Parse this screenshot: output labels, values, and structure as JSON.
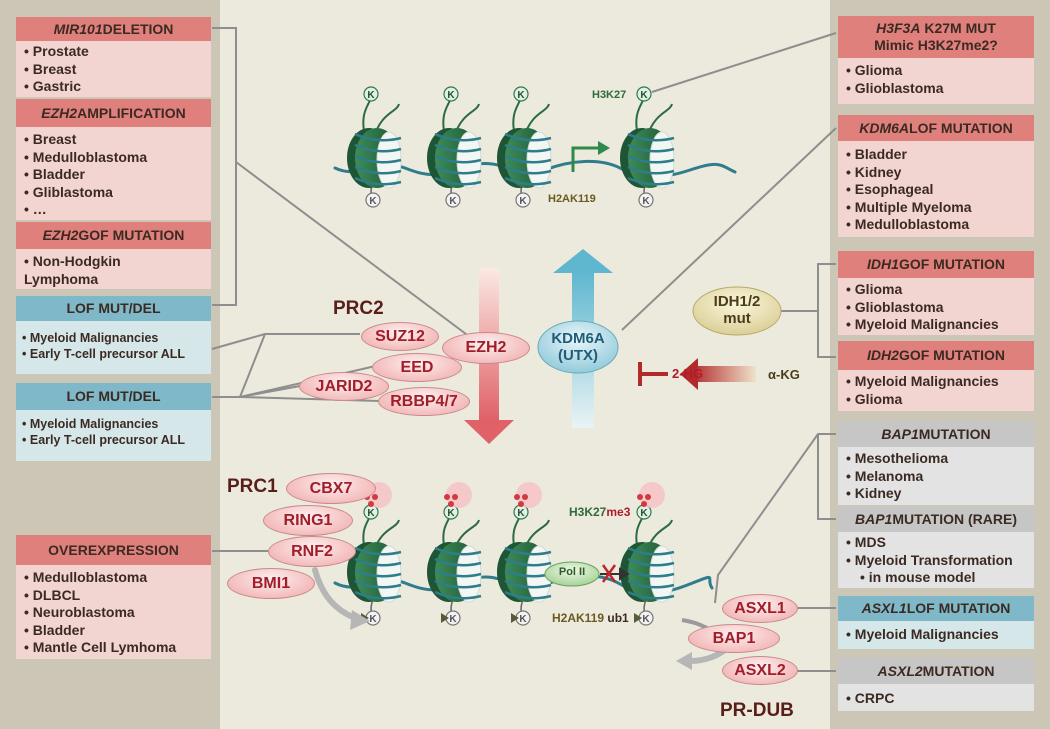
{
  "left_panel": {
    "mir101": {
      "header_gene": "MIR101",
      "header_rest": " DELETION",
      "items": [
        "Prostate",
        "Breast",
        "Gastric"
      ]
    },
    "ezh2_amp": {
      "header_gene": "EZH2",
      "header_rest": " AMPLIFICATION",
      "items": [
        "Breast",
        "Medulloblastoma",
        "Bladder",
        "Gliblastoma",
        "…"
      ]
    },
    "ezh2_gof": {
      "header_gene": "EZH2",
      "header_rest": " GOF MUTATION",
      "items": [
        "Non-Hodgkin Lymphoma"
      ]
    },
    "lof1": {
      "header": "LOF MUT/DEL",
      "items": [
        "Myeloid Malignancies",
        "Early T-cell precursor ALL"
      ]
    },
    "lof2": {
      "header": "LOF MUT/DEL",
      "items": [
        "Myeloid Malignancies",
        "Early T-cell precursor ALL"
      ]
    },
    "overexpression": {
      "header": "OVEREXPRESSION",
      "items": [
        "Medulloblastoma",
        "DLBCL",
        "Neuroblastoma",
        "Bladder",
        "Mantle Cell Lymhoma"
      ]
    }
  },
  "right_panel": {
    "h3f3a": {
      "header_gene": "H3F3A",
      "header_rest": " K27M MUT",
      "header_line2": "Mimic H3K27me2?",
      "items": [
        "Glioma",
        "Glioblastoma"
      ]
    },
    "kdm6a": {
      "header_gene": "KDM6A",
      "header_rest": " LOF MUTATION",
      "items": [
        "Bladder",
        "Kidney",
        "Esophageal",
        "Multiple Myeloma",
        "Medulloblastoma"
      ]
    },
    "idh1": {
      "header_gene": "IDH1",
      "header_rest": " GOF MUTATION",
      "items": [
        "Glioma",
        "Glioblastoma",
        "Myeloid Malignancies"
      ]
    },
    "idh2": {
      "header_gene": "IDH2",
      "header_rest": " GOF MUTATION",
      "items": [
        "Myeloid Malignancies",
        "Glioma"
      ]
    },
    "bap1": {
      "header_gene": "BAP1",
      "header_rest": " MUTATION",
      "items": [
        "Mesothelioma",
        "Melanoma",
        "Kidney"
      ]
    },
    "bap1_rare": {
      "header_gene": "BAP1",
      "header_rest": " MUTATION (RARE)",
      "items": [
        "MDS",
        "Myeloid Transformation",
        "in mouse model"
      ]
    },
    "asxl1": {
      "header_gene": "ASXL1",
      "header_rest": " LOF MUTATION",
      "items": [
        "Myeloid Malignancies"
      ]
    },
    "asxl2": {
      "header_gene": "ASXL2",
      "header_rest": " MUTATION",
      "items": [
        "CRPC"
      ]
    }
  },
  "complexes": {
    "prc2": "PRC2",
    "prc1": "PRC1",
    "prdub": "PR-DUB"
  },
  "proteins": {
    "suz12": "SUZ12",
    "eed": "EED",
    "jarid2": "JARID2",
    "rbbp": "RBBP4/7",
    "ezh2": "EZH2",
    "kdm6a_1": "KDM6A",
    "kdm6a_2": "(UTX)",
    "cbx7": "CBX7",
    "ring1": "RING1",
    "rnf2": "RNF2",
    "bmi1": "BMI1",
    "asxl1": "ASXL1",
    "bap1": "BAP1",
    "asxl2": "ASXL2",
    "idh_1": "IDH1/2",
    "idh_2": "mut",
    "pol2": "Pol II"
  },
  "marks": {
    "k": "K",
    "h3k27": "H3K27",
    "h3k27me3_a": "H3K27",
    "h3k27me3_b": "me3",
    "h2ak119_top": "H2AK119",
    "h2ak119_bottom_a": "H2AK119",
    "h2ak119_bottom_b": " ub1",
    "two_hg": "2-HG",
    "akg": "α-KG"
  },
  "colors": {
    "red_header": "#e0807c",
    "red_body": "#f2d4d1",
    "blue_header": "#7fb9c9",
    "blue_body": "#d6e7ea",
    "grey_header": "#c6c6c6",
    "grey_body": "#e3e3e3",
    "protein_text": "#a11d2a",
    "nucleosome_green": "#2e7a4a",
    "dna_teal": "#2f7d8c"
  }
}
